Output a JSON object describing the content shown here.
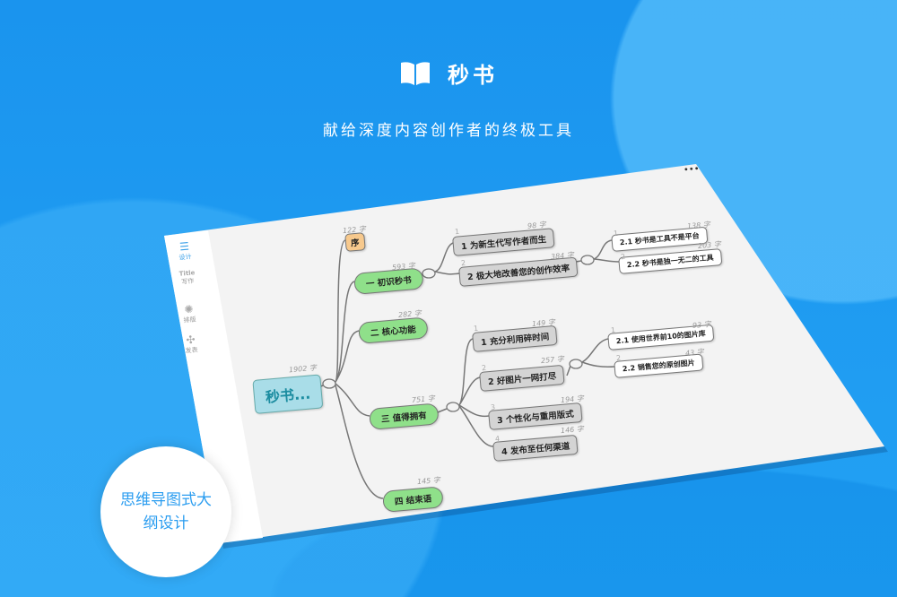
{
  "header": {
    "app_name": "秒书",
    "tagline": "献给深度内容创作者的终极工具"
  },
  "sidebar": {
    "items": [
      {
        "label": "设计",
        "icon": "outline-icon"
      },
      {
        "label": "写作",
        "icon": "title-icon"
      },
      {
        "label": "排版",
        "icon": "palette-icon"
      },
      {
        "label": "发表",
        "icon": "share-icon"
      }
    ],
    "title_icon_text": "Title"
  },
  "menu_dots": "•••",
  "mindmap": {
    "root": {
      "label": "秒书...",
      "count": "1902 字"
    },
    "preface": {
      "label": "序",
      "count": "122 字"
    },
    "ch1": {
      "label": "一 初识秒书",
      "count": "593 字",
      "children": [
        {
          "idx": "1",
          "label": "1 为新生代写作者而生",
          "count": "98 字"
        },
        {
          "idx": "2",
          "label": "2 极大地改善您的创作效率",
          "count": "384 字",
          "children": [
            {
              "idx": "1",
              "label": "2.1 秒书是工具不是平台",
              "count": "138 字"
            },
            {
              "idx": "2",
              "label": "2.2 秒书是独一无二的工具",
              "count": "203 字"
            }
          ]
        }
      ]
    },
    "ch2": {
      "label": "二 核心功能",
      "count": "282 字"
    },
    "ch3": {
      "label": "三 值得拥有",
      "count": "751 字",
      "children": [
        {
          "idx": "1",
          "label": "1 充分利用碎时间",
          "count": "149 字"
        },
        {
          "idx": "2",
          "label": "2 好图片一网打尽",
          "count": "257 字",
          "children": [
            {
              "idx": "1",
              "label": "2.1 使用世界前10的图片库",
              "count": "93 字"
            },
            {
              "idx": "2",
              "label": "2.2 销售您的原创图片",
              "count": "43 字"
            }
          ]
        },
        {
          "idx": "3",
          "label": "3 个性化与重用版式",
          "count": "194 字"
        },
        {
          "idx": "4",
          "label": "4 发布至任何渠道",
          "count": "146 字"
        }
      ]
    },
    "ch4": {
      "label": "四 结束语",
      "count": "145 字"
    }
  },
  "badge": {
    "text": "思维导图式大纲设计"
  }
}
